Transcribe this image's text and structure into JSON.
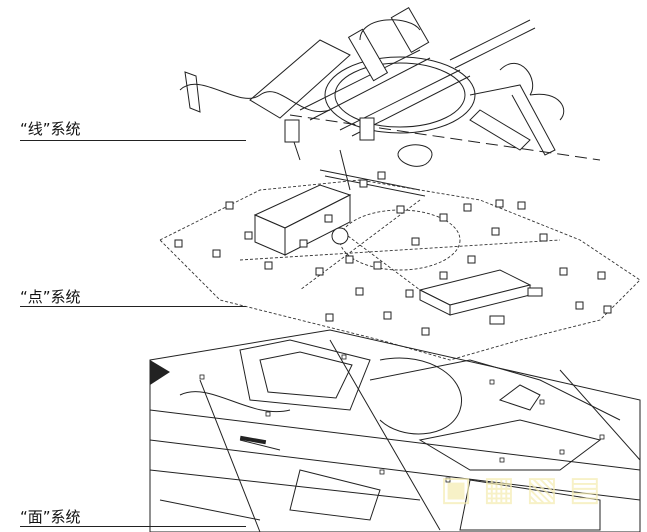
{
  "labels": {
    "line_system": "“线”系统",
    "point_system": "“点”系统",
    "surface_system": "“面”系统"
  },
  "colors": {
    "ink": "#222222",
    "watermark": "#f5ecb0"
  }
}
